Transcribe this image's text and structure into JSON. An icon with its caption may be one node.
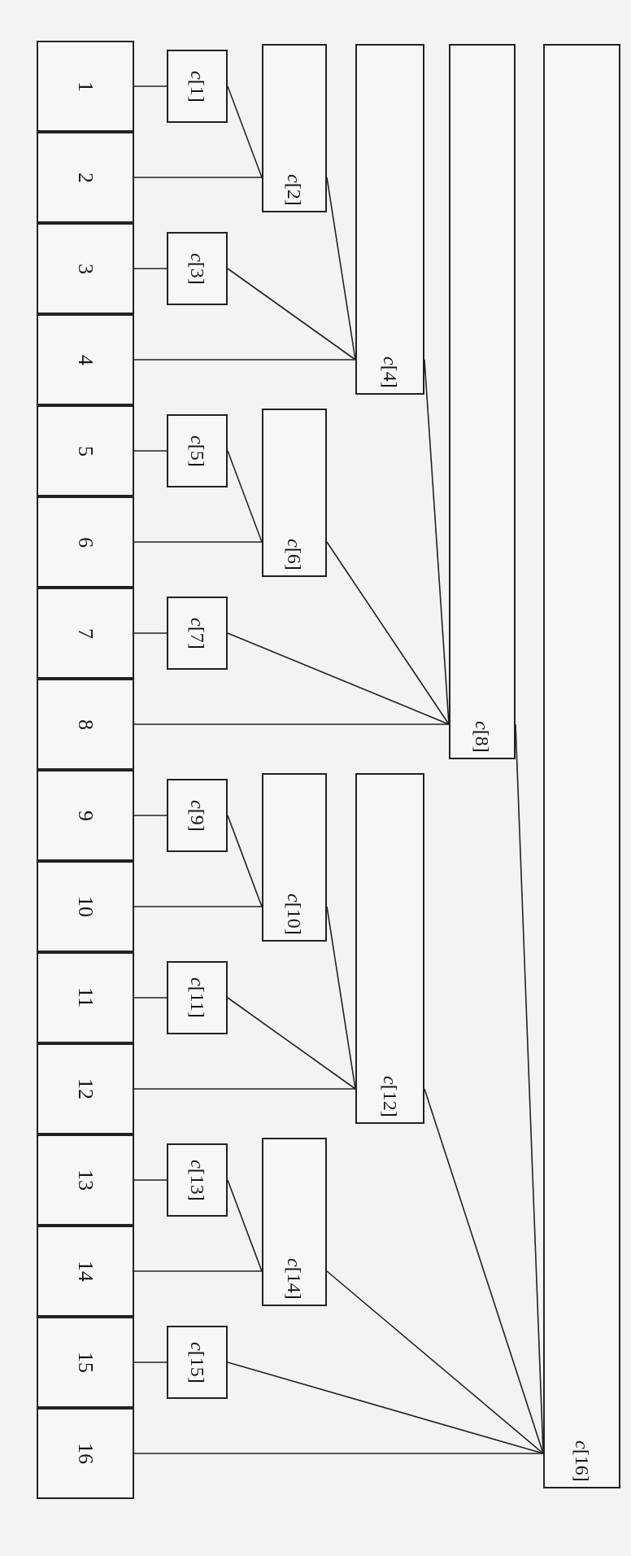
{
  "diagram": {
    "nodes": [
      {
        "text": [
          "1"
        ]
      },
      {
        "text": [
          "2"
        ]
      },
      {
        "text": [
          "3"
        ]
      },
      {
        "text": [
          "4"
        ]
      },
      {
        "text": [
          "5"
        ]
      },
      {
        "text": [
          "6"
        ]
      },
      {
        "text": [
          "7"
        ]
      },
      {
        "text": [
          "8"
        ]
      },
      {
        "text": [
          "9"
        ]
      },
      {
        "text": [
          "10"
        ]
      },
      {
        "text": [
          "11"
        ]
      },
      {
        "text": [
          "12"
        ]
      },
      {
        "text": [
          "13"
        ]
      },
      {
        "text": [
          "14"
        ]
      },
      {
        "text": [
          "15"
        ]
      },
      {
        "text": [
          "16"
        ]
      },
      {
        "text": [
          "*c*[1]"
        ]
      },
      {
        "text": [
          "*c*[2]"
        ]
      },
      {
        "text": [
          "*c*[3]"
        ]
      },
      {
        "text": [
          "*c*[4]"
        ]
      },
      {
        "text": [
          "*c*[5]"
        ]
      },
      {
        "text": [
          "*c*[6]"
        ]
      },
      {
        "text": [
          "*c*[7]"
        ]
      },
      {
        "text": [
          "*c*[8]"
        ]
      },
      {
        "text": [
          "*c*[9]"
        ]
      },
      {
        "text": [
          "*c*[10]"
        ]
      },
      {
        "text": [
          "*c*[11]"
        ]
      },
      {
        "text": [
          "*c*[12]"
        ]
      },
      {
        "text": [
          "*c*[13]"
        ]
      },
      {
        "text": [
          "*c*[14]"
        ]
      },
      {
        "text": [
          "*c*[15]"
        ]
      },
      {
        "text": [
          "*c*[16]"
        ]
      }
    ],
    "edges": [
      {
        "from": 0,
        "to": 16,
        "arrow": "none"
      },
      {
        "from": 1,
        "to": 17,
        "arrow": "none"
      },
      {
        "from": 2,
        "to": 18,
        "arrow": "none"
      },
      {
        "from": 3,
        "to": 19,
        "arrow": "none"
      },
      {
        "from": 4,
        "to": 20,
        "arrow": "none"
      },
      {
        "from": 5,
        "to": 21,
        "arrow": "none"
      },
      {
        "from": 6,
        "to": 22,
        "arrow": "none"
      },
      {
        "from": 7,
        "to": 23,
        "arrow": "none"
      },
      {
        "from": 8,
        "to": 24,
        "arrow": "none"
      },
      {
        "from": 9,
        "to": 25,
        "arrow": "none"
      },
      {
        "from": 10,
        "to": 26,
        "arrow": "none"
      },
      {
        "from": 11,
        "to": 27,
        "arrow": "none"
      },
      {
        "from": 12,
        "to": 28,
        "arrow": "none"
      },
      {
        "from": 13,
        "to": 29,
        "arrow": "none"
      },
      {
        "from": 14,
        "to": 30,
        "arrow": "none"
      },
      {
        "from": 15,
        "to": 31,
        "arrow": "none"
      },
      {
        "from": 16,
        "to": 17,
        "arrow": "none"
      },
      {
        "from": 17,
        "to": 19,
        "arrow": "none"
      },
      {
        "from": 18,
        "to": 19,
        "arrow": "none"
      },
      {
        "from": 20,
        "to": 21,
        "arrow": "none"
      },
      {
        "from": 19,
        "to": 23,
        "arrow": "none"
      },
      {
        "from": 21,
        "to": 23,
        "arrow": "none"
      },
      {
        "from": 22,
        "to": 23,
        "arrow": "none"
      },
      {
        "from": 24,
        "to": 25,
        "arrow": "none"
      },
      {
        "from": 25,
        "to": 27,
        "arrow": "none"
      },
      {
        "from": 26,
        "to": 27,
        "arrow": "none"
      },
      {
        "from": 28,
        "to": 29,
        "arrow": "none"
      },
      {
        "from": 23,
        "to": 31,
        "arrow": "none"
      },
      {
        "from": 27,
        "to": 31,
        "arrow": "none"
      },
      {
        "from": 29,
        "to": 31,
        "arrow": "none"
      },
      {
        "from": 30,
        "to": 31,
        "arrow": "none"
      }
    ]
  }
}
